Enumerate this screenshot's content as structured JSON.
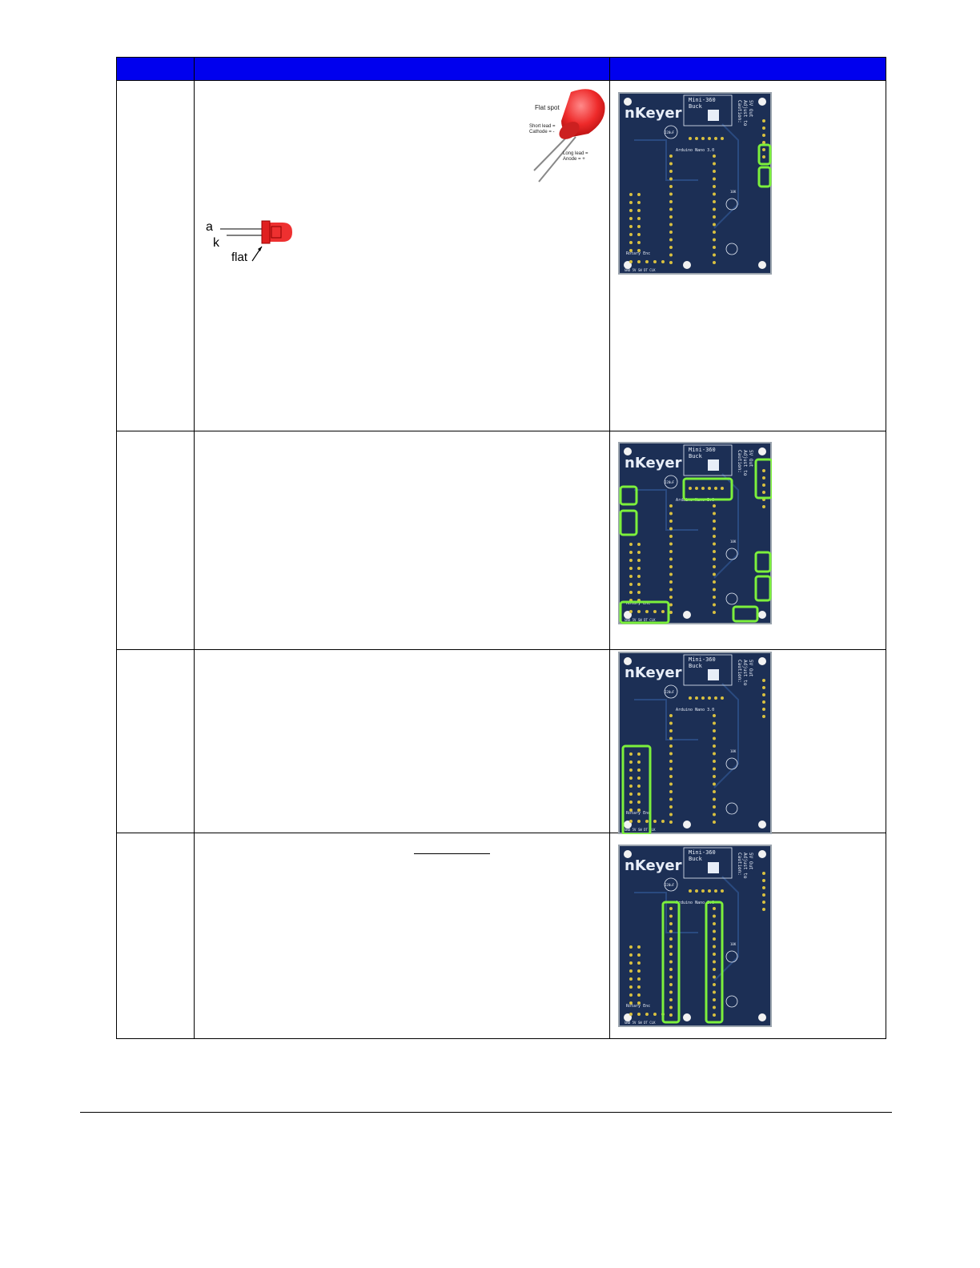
{
  "led_photo": {
    "flat_spot": "Flat spot",
    "short_lead": "Short lead =",
    "cathode": "Cathode = -",
    "long_lead": "Long lead =",
    "anode": "Anode = +"
  },
  "led_symbol": {
    "anode_label": "a",
    "cathode_label": "k",
    "flat_label": "flat"
  },
  "pcb": {
    "brand": "nKeyer",
    "buck_line1": "Mini-360",
    "buck_line2": "Buck",
    "caution_line1": "Caution:",
    "caution_line2": "Adjust to",
    "caution_line3": "5V Out",
    "arduino_label": "Arduino Nano 3.0",
    "rotary_label": "Rotary Enc",
    "rotary_pins": "GND 5V SW DT CLK",
    "cap_label": "220uF",
    "res_label": "10K"
  },
  "colors": {
    "header_blue": "#0000ee",
    "pcb_blue": "#1c2f55",
    "highlight_green": "#7cf03c"
  }
}
